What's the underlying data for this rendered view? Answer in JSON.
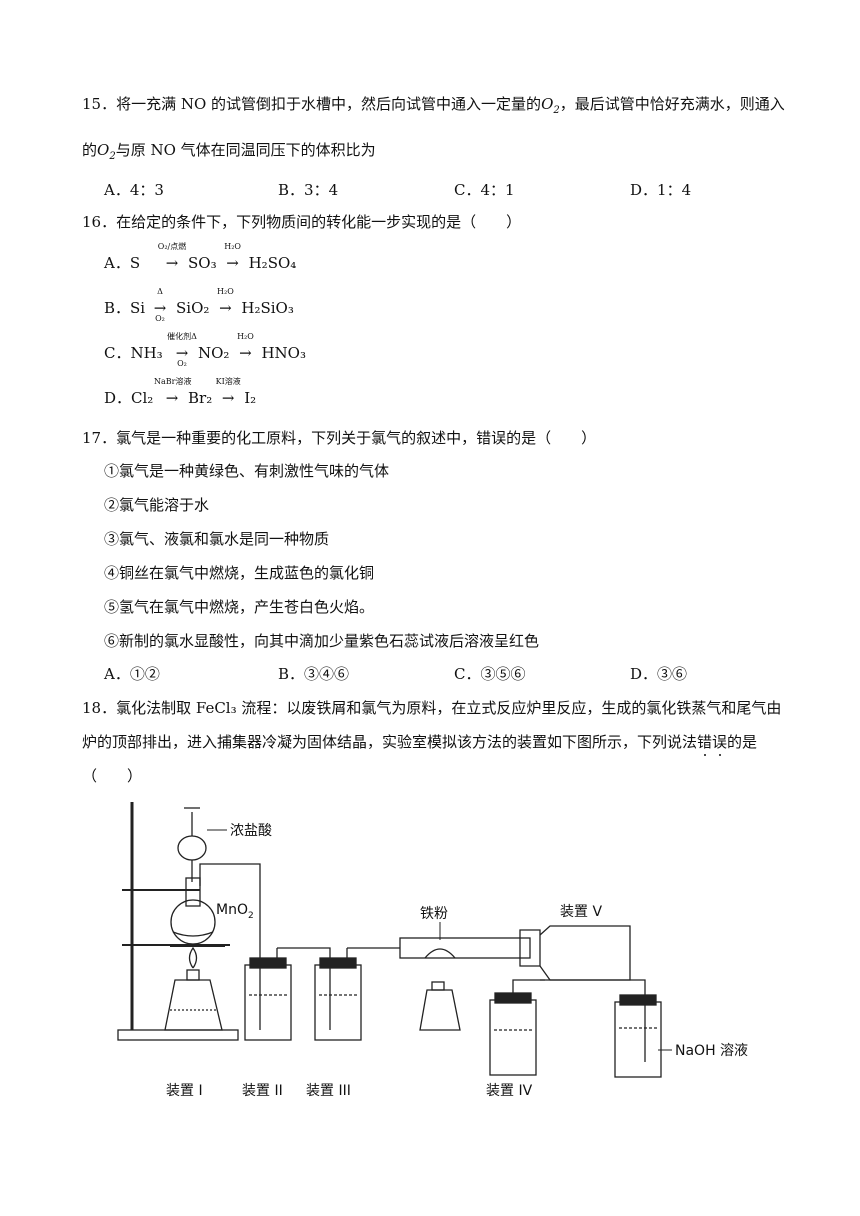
{
  "q15": {
    "line1_a": "15．将一充满 NO 的试管倒扣于水槽中，然后向试管中通入一定量的",
    "o2": "O",
    "o2_sub": "2",
    "line1_b": "，最后试管中恰好充满水，则通入",
    "line2_a": "的",
    "line2_b": "与原 NO 气体在同温同压下的体积比为",
    "options": [
      "A．4：3",
      "B．3：4",
      "C．4：1",
      "D．1：4"
    ]
  },
  "q16": {
    "stem": "16．在给定的条件下，下列物质间的转化能一步实现的是（　　）",
    "A": {
      "label": "A．S",
      "arrow1_top": "O₂/点燃",
      "p1": "SO₃",
      "arrow2_top": "H₂O",
      "p2": "H₂SO₄"
    },
    "B": {
      "label": "B．Si",
      "arrow1_top": "Δ",
      "arrow1_bot": "O₂",
      "p1": "SiO₂",
      "arrow2_top": "H₂O",
      "p2": "H₂SiO₃"
    },
    "C": {
      "label": "C．NH₃",
      "arrow1_top": "催化剂Δ",
      "arrow1_bot": "O₂",
      "p1": "NO₂",
      "arrow2_top": "H₂O",
      "p2": "HNO₃"
    },
    "D": {
      "label": "D．Cl₂",
      "arrow1_top": "NaBr溶液",
      "p1": "Br₂",
      "arrow2_top": "KI溶液",
      "p2": "I₂"
    }
  },
  "q17": {
    "stem": "17．氯气是一种重要的化工原料，下列关于氯气的叙述中，错误的是（　　）",
    "items": [
      "①氯气是一种黄绿色、有刺激性气味的气体",
      "②氯气能溶于水",
      "③氯气、液氯和氯水是同一种物质",
      "④铜丝在氯气中燃烧，生成蓝色的氯化铜",
      "⑤氢气在氯气中燃烧，产生苍白色火焰。",
      "⑥新制的氯水显酸性，向其中滴加少量紫色石蕊试液后溶液呈红色"
    ],
    "options": [
      "A．①②",
      "B．③④⑥",
      "C．③⑤⑥",
      "D．③⑥"
    ]
  },
  "q18": {
    "line1": "18．氯化法制取 FeCl₃ 流程：以废铁屑和氯气为原料，在立式反应炉里反应，生成的氯化铁蒸气和尾气由",
    "line2_a": "炉的顶部排出，进入捕集器冷凝为固体结晶，实验室模拟该方法的装置如下图所示，下列说法",
    "line2_e1": "错",
    "line2_e2": "误",
    "line2_b": "的是",
    "line3": "（　　）"
  },
  "figure": {
    "label_hcl": "浓盐酸",
    "label_mno2": "MnO",
    "label_mno2_sub": "2",
    "label_fe": "铁粉",
    "label_v": "装置 V",
    "label_naoh": "NaOH 溶液",
    "label_1": "装置 I",
    "label_2": "装置 II",
    "label_3": "装置 III",
    "label_4": "装置 IV"
  }
}
